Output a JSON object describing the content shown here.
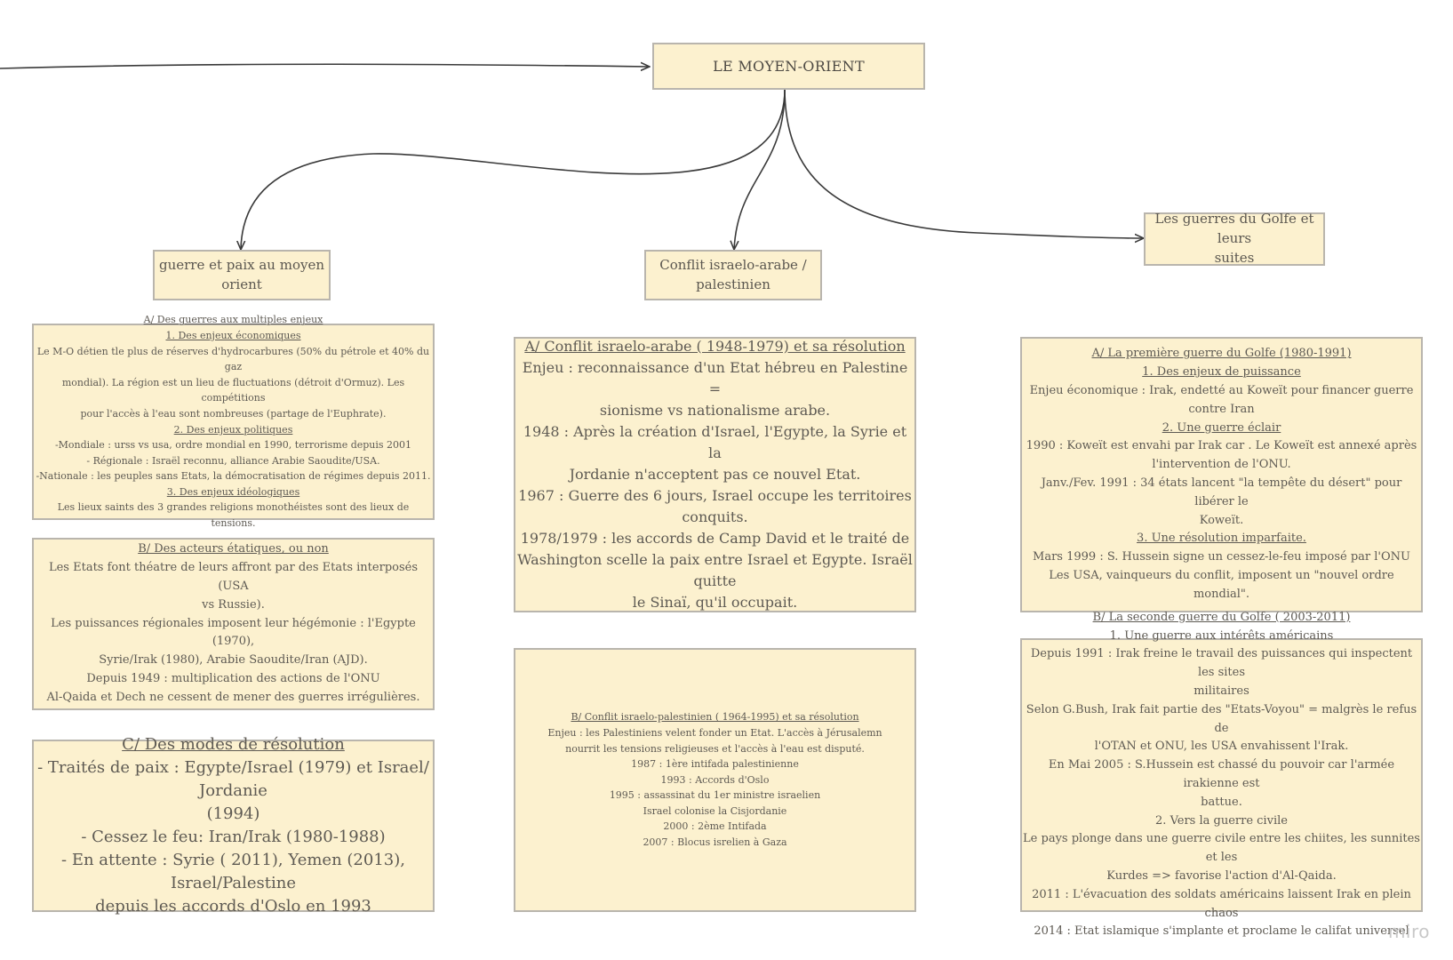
{
  "root": {
    "title": "LE MOYEN-ORIENT"
  },
  "branches": {
    "left": {
      "lines": [
        "guerre et paix au moyen",
        "orient"
      ]
    },
    "center": {
      "lines": [
        "Conflit israelo-arabe /",
        "palestinien"
      ]
    },
    "right": {
      "lines": [
        "Les guerres du Golfe et leurs",
        "suites"
      ]
    }
  },
  "cards": {
    "left_a": {
      "lines": [
        {
          "t": "A/ Des guerres aux multiples enjeux",
          "u": true
        },
        {
          "t": "1. Des enjeux économiques",
          "u": true
        },
        {
          "t": "Le M-O détien tle plus de réserves d'hydrocarbures (50% du pétrole et 40% du gaz"
        },
        {
          "t": "mondial). La région est un lieu de fluctuations (détroit d'Ormuz). Les compétitions"
        },
        {
          "t": "pour l'accès à l'eau sont nombreuses (partage de l'Euphrate)."
        },
        {
          "t": "2. Des enjeux politiques",
          "u": true
        },
        {
          "t": "-Mondiale : urss vs usa, ordre mondial en 1990, terrorisme depuis 2001"
        },
        {
          "t": "- Régionale : Israël reconnu, alliance Arabie Saoudite/USA."
        },
        {
          "t": "-Nationale : les peuples sans Etats, la démocratisation de régimes depuis 2011."
        },
        {
          "t": "3. Des enjeux idéologiques",
          "u": true
        },
        {
          "t": "Les lieux saints des 3 grandes religions monothéistes sont des lieux de tensions."
        }
      ]
    },
    "left_b": {
      "lines": [
        {
          "t": "B/ Des acteurs étatiques, ou non",
          "u": true
        },
        {
          "t": "Les Etats font théatre de leurs affront par des Etats interposés (USA"
        },
        {
          "t": "vs Russie)."
        },
        {
          "t": "Les puissances régionales imposent leur hégémonie : l'Egypte (1970),"
        },
        {
          "t": "Syrie/Irak (1980), Arabie Saoudite/Iran (AJD)."
        },
        {
          "t": "Depuis 1949 : multiplication des actions de l'ONU"
        },
        {
          "t": "Al-Qaida et Dech ne cessent de mener des guerres irrégulières."
        }
      ]
    },
    "left_c": {
      "lines": [
        {
          "t": "C/ Des modes de résolution",
          "u": true
        },
        {
          "t": "- Traités de paix : Egypte/Israel (1979) et Israel/ Jordanie"
        },
        {
          "t": "(1994)"
        },
        {
          "t": "- Cessez le feu: Iran/Irak (1980-1988)"
        },
        {
          "t": "- En attente : Syrie ( 2011), Yemen (2013), Israel/Palestine"
        },
        {
          "t": "depuis les accords d'Oslo en 1993"
        }
      ]
    },
    "center_a": {
      "lines": [
        {
          "t": "A/ Conflit israelo-arabe ( 1948-1979) et sa résolution",
          "u": true
        },
        {
          "t": "Enjeu : reconnaissance d'un Etat hébreu en Palestine ="
        },
        {
          "t": "sionisme vs nationalisme arabe."
        },
        {
          "t": "1948 : Après la création d'Israel, l'Egypte, la Syrie et la"
        },
        {
          "t": "Jordanie n'acceptent pas ce nouvel Etat."
        },
        {
          "t": "1967 : Guerre des 6 jours, Israel occupe les territoires"
        },
        {
          "t": "conquits."
        },
        {
          "t": "1978/1979 : les accords de Camp David et le traité de"
        },
        {
          "t": "Washington scelle la paix entre Israel et Egypte. Israël quitte"
        },
        {
          "t": "le Sinaï, qu'il occupait."
        }
      ]
    },
    "center_b": {
      "lines": [
        {
          "t": "B/ Conflit israelo-palestinien ( 1964-1995) et sa résolution",
          "u": true
        },
        {
          "t": "Enjeu : les Palestiniens velent fonder un Etat. L'accès à Jérusalemn"
        },
        {
          "t": "nourrit les tensions religieuses et l'accès à l'eau est disputé."
        },
        {
          "t": "1987 : 1ère intifada palestinienne"
        },
        {
          "t": "1993 : Accords d'Oslo"
        },
        {
          "t": "1995 : assassinat du 1er ministre israelien"
        },
        {
          "t": "Israel colonise la Cisjordanie"
        },
        {
          "t": "2000 : 2ème Intifada"
        },
        {
          "t": "2007 : Blocus isrelien à Gaza"
        }
      ]
    },
    "right_a": {
      "lines": [
        {
          "t": "A/ La première guerre du Golfe (1980-1991)",
          "u": true
        },
        {
          "t": "1. Des enjeux de puissance",
          "u": true
        },
        {
          "t": "Enjeu économique : Irak, endetté au Koweït pour financer guerre"
        },
        {
          "t": "contre Iran"
        },
        {
          "t": "2. Une guerre éclair",
          "u": true
        },
        {
          "t": "1990 : Koweït est envahi par Irak car . Le Koweït est annexé après"
        },
        {
          "t": "l'intervention de l'ONU."
        },
        {
          "t": "Janv./Fev. 1991 : 34 états lancent \"la tempête du désert\" pour libérer le"
        },
        {
          "t": "Koweït."
        },
        {
          "t": "3. Une résolution imparfaite.",
          "u": true
        },
        {
          "t": "Mars 1999 : S. Hussein signe un cessez-le-feu imposé par l'ONU"
        },
        {
          "t": "Les USA, vainqueurs du conflit, imposent un \"nouvel ordre"
        },
        {
          "t": "mondial\"."
        }
      ]
    },
    "right_b": {
      "lines": [
        {
          "t": "B/ La seconde guerre du Golfe ( 2003-2011)",
          "u": true
        },
        {
          "t": "1. Une guerre aux intérêts américains"
        },
        {
          "t": "Depuis 1991 : Irak freine le travail des puissances qui inspectent les sites"
        },
        {
          "t": "militaires"
        },
        {
          "t": "Selon G.Bush, Irak fait partie des \"Etats-Voyou\" = malgrès le refus de"
        },
        {
          "t": "l'OTAN et ONU, les USA envahissent l'Irak."
        },
        {
          "t": "En Mai 2005 : S.Hussein est chassé du pouvoir car l'armée irakienne est"
        },
        {
          "t": "battue."
        },
        {
          "t": "2. Vers la guerre civile"
        },
        {
          "t": "Le pays plonge dans une guerre civile entre les chiites, les sunnites et les"
        },
        {
          "t": "Kurdes => favorise l'action d'Al-Qaida."
        },
        {
          "t": "2011 : L'évacuation des soldats américains laissent Irak en plein chaos"
        },
        {
          "t": "2014 : Etat islamique s'implante et proclame le califat universel"
        }
      ]
    }
  },
  "watermark": "miro",
  "colors": {
    "card_fill": "#fcf1cf",
    "card_border": "#b9b5ad",
    "connector": "#3a3a3a",
    "text": "#5e5a53"
  }
}
